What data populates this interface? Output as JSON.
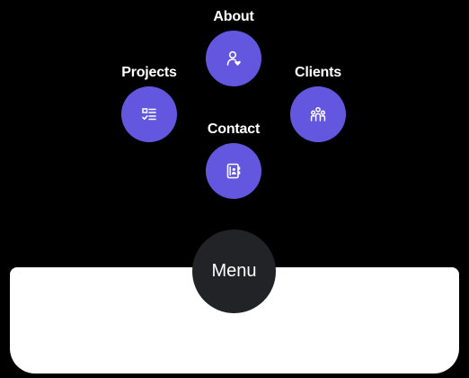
{
  "colors": {
    "background": "#000000",
    "item_circle": "#6257de",
    "menu_button": "#212327",
    "panel": "#ffffff"
  },
  "menu": {
    "button_label": "Menu",
    "items": [
      {
        "id": "about",
        "label": "About",
        "icon": "user-heart-icon"
      },
      {
        "id": "projects",
        "label": "Projects",
        "icon": "task-list-icon"
      },
      {
        "id": "clients",
        "label": "Clients",
        "icon": "group-icon"
      },
      {
        "id": "contact",
        "label": "Contact",
        "icon": "address-book-icon"
      }
    ]
  }
}
